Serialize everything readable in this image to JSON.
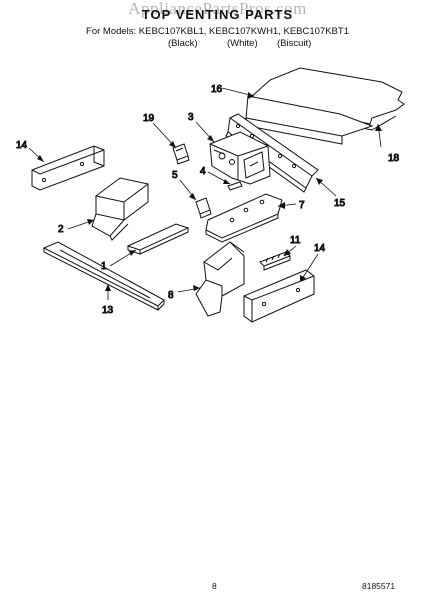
{
  "header": {
    "watermark": "AppliancePartsPros.com",
    "title": "TOP VENTING PARTS",
    "models": "For Models: KEBC107KBL1, KEBC107KWH1, KEBC107KBT1",
    "colors": [
      "(Black)",
      "(White)",
      "(Biscuit)"
    ]
  },
  "callouts": [
    "16",
    "3",
    "19",
    "14",
    "18",
    "5",
    "4",
    "7",
    "15",
    "2",
    "11",
    "14",
    "1",
    "8",
    "13"
  ],
  "footer": {
    "page": "8",
    "doc_number": "8185571"
  }
}
